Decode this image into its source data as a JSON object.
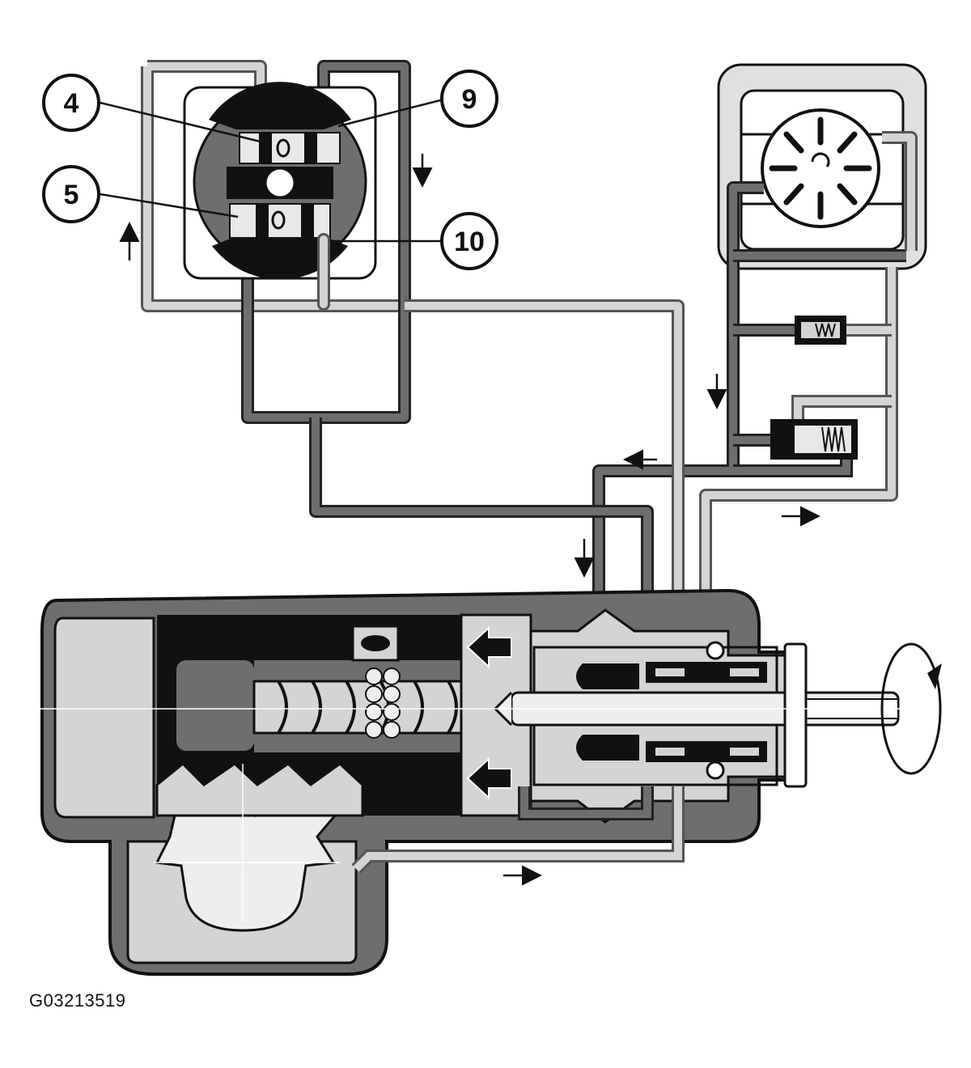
{
  "figure_id": "G03213519",
  "callouts": [
    {
      "label": "4"
    },
    {
      "label": "5"
    },
    {
      "label": "9"
    },
    {
      "label": "10"
    }
  ],
  "colors": {
    "housing": "#6e6e6e",
    "dark": "#111111",
    "light_fluid": "#d4d4d4",
    "mid_fluid": "#7a7a7a",
    "background": "#ffffff"
  },
  "icons": [
    "rotation-arrow-icon",
    "flow-arrow-icon",
    "pressure-arrow-icon"
  ]
}
